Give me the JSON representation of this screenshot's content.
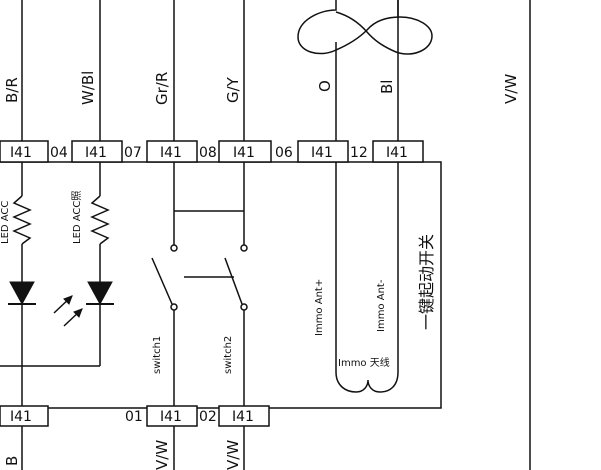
{
  "wires_top": {
    "left_label": "B/R",
    "wbl_label": "W/Bl",
    "grr_label": "Gr/R",
    "gy_label": "G/Y",
    "o_label": "O",
    "bl_label": "Bl",
    "vw_label": "V/W"
  },
  "top_connectors": {
    "pins": [
      "04",
      "07",
      "08",
      "06",
      "12"
    ],
    "name": "I41"
  },
  "components": {
    "led_left_label": "LED ACC",
    "led_acc_label": "LED ACC照",
    "switch1_label": "switch1",
    "switch2_label": "switch2",
    "immo_plus_label": "Immo Ant+",
    "immo_minus_label": "Immo Ant-",
    "immo_antenna_label": "Immo 天线",
    "start_switch_label": "一键起动开关"
  },
  "bottom_connectors": {
    "pins": [
      "01",
      "02"
    ],
    "name": "I41"
  },
  "wires_bottom": {
    "left_label": "B",
    "vw1_label": "V/W",
    "vw2_label": "V/W"
  }
}
